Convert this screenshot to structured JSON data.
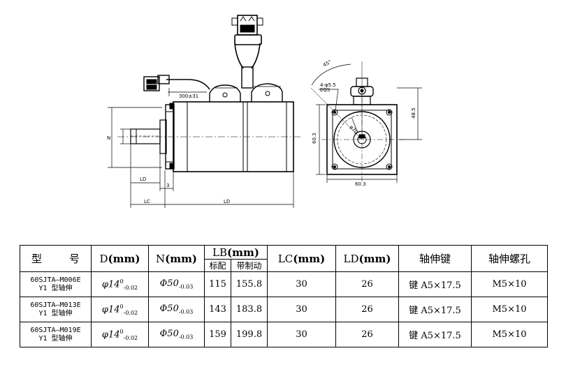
{
  "drawing": {
    "dims": {
      "ld_small": "LD",
      "lc": "LC",
      "ld": "LD",
      "n": "N",
      "three": "3",
      "connector": "300±31",
      "angle": "45°",
      "holes": "4-φ5.5",
      "eqs": "EQS",
      "pcd": "φ70",
      "side_h": "60.3",
      "side_w": "60.3",
      "top_h": "48.5"
    }
  },
  "table": {
    "headers": {
      "model_a": "型",
      "model_b": "号",
      "d": "D",
      "d_unit": "(mm)",
      "n": "N",
      "n_unit": "(mm)",
      "lb": "LB",
      "lb_unit": "(mm)",
      "lb_std": "标配",
      "lb_brake": "带制动",
      "lc": "LC",
      "lc_unit": "(mm)",
      "ld": "LD",
      "ld_unit": "(mm)",
      "key": "轴伸键",
      "screw": "轴伸螺孔"
    },
    "rows": [
      {
        "model1": "60SJTA—M006E",
        "model2": "Y1 型轴伸",
        "d": "φ14",
        "d_sup": "0",
        "d_sub": "-0.02",
        "n": "Φ50",
        "n_sub": "-0.03",
        "lb_std": "115",
        "lb_brake": "155.8",
        "lc": "30",
        "ld": "26",
        "key": "键 A5×17.5",
        "screw": "M5×10"
      },
      {
        "model1": "60SJTA—M013E",
        "model2": "Y1 型轴伸",
        "d": "φ14",
        "d_sup": "0",
        "d_sub": "-0.02",
        "n": "Φ50",
        "n_sub": "-0.03",
        "lb_std": "143",
        "lb_brake": "183.8",
        "lc": "30",
        "ld": "26",
        "key": "键 A5×17.5",
        "screw": "M5×10"
      },
      {
        "model1": "60SJTA—M019E",
        "model2": "Y1 型轴伸",
        "d": "φ14",
        "d_sup": "0",
        "d_sub": "-0.02",
        "n": "Φ50",
        "n_sub": "-0.03",
        "lb_std": "159",
        "lb_brake": "199.8",
        "lc": "30",
        "ld": "26",
        "key": "键 A5×17.5",
        "screw": "M5×10"
      }
    ]
  }
}
